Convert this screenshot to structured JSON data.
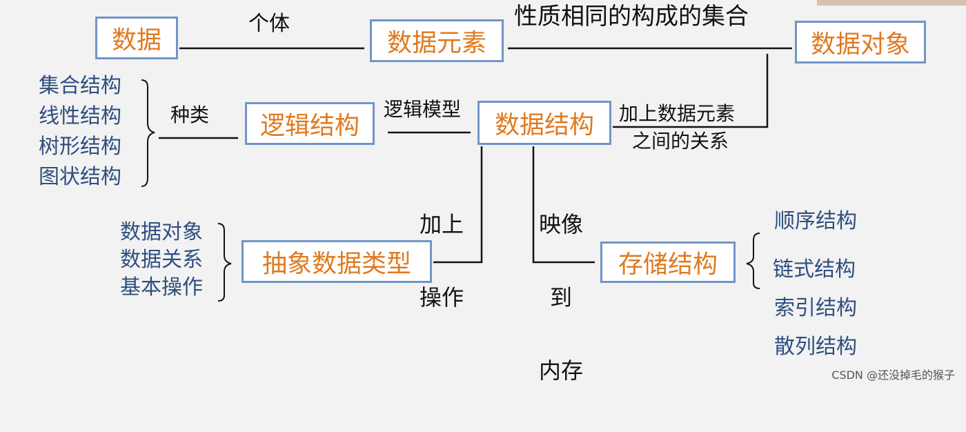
{
  "boxes": {
    "data": "数据",
    "data_element": "数据元素",
    "data_object": "数据对象",
    "logical_structure": "逻辑结构",
    "data_structure": "数据结构",
    "adt": "抽象数据类型",
    "storage_structure": "存储结构"
  },
  "labels": {
    "individual": "个体",
    "same_nature_set": "性质相同的构成的集合",
    "kind": "种类",
    "logical_model": "逻辑模型",
    "add_relation_line1": "加上数据元素",
    "add_relation_line2": "之间的关系",
    "add_operation_line1": "加上",
    "add_operation_line2": "操作",
    "map_to_memory_line1": "映像",
    "map_to_memory_line2": "到",
    "map_to_memory_line3": "内存"
  },
  "logical_types": [
    "集合结构",
    "线性结构",
    "树形结构",
    "图状结构"
  ],
  "adt_parts": [
    "数据对象",
    "数据关系",
    "基本操作"
  ],
  "storage_types": [
    "顺序结构",
    "链式结构",
    "索引结构",
    "散列结构"
  ],
  "watermark": "CSDN @还没掉毛的猴子",
  "colors": {
    "box_border": "#6f95c8",
    "box_text": "#e07a1f",
    "list_text": "#2f4f7f",
    "background": "#f2f2f2"
  }
}
